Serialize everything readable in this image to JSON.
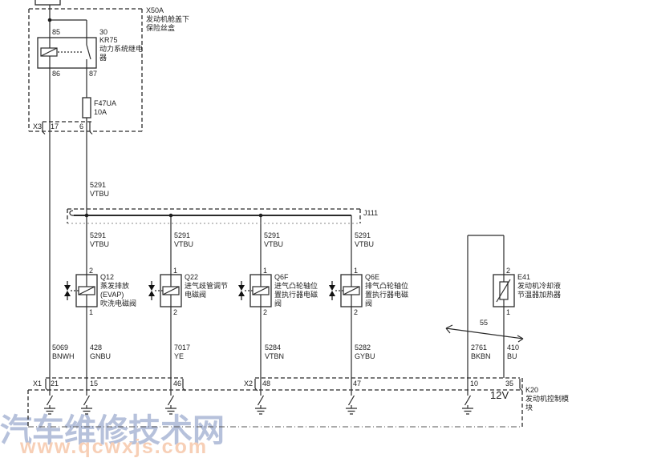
{
  "watermark": {
    "site_name": "汽车维修技术网",
    "site_url": "www.qcwxjs.com",
    "name_color": "#b6c1db",
    "url_color": "#f7cfb6"
  },
  "fuse_box": {
    "id": "X50A",
    "label_line1": "发动机舱盖下",
    "label_line2": "保险丝盒",
    "relay": {
      "id": "KR75",
      "label_line1": "动力系统继电",
      "label_line2": "器",
      "pin_coil_top": "85",
      "pin_switch_top": "30",
      "pin_coil_bottom": "86",
      "pin_switch_bottom": "87"
    },
    "fuse": {
      "id": "F47UA",
      "rating": "10A"
    },
    "connector": {
      "id": "X3",
      "pin_a": "17",
      "pin_b": "6"
    }
  },
  "feed_wire": {
    "circuit": "5291",
    "color_code": "VTBU"
  },
  "splice_pack": {
    "id": "J111",
    "branches": [
      {
        "circuit": "5291",
        "color_code": "VTBU"
      },
      {
        "circuit": "5291",
        "color_code": "VTBU"
      },
      {
        "circuit": "5291",
        "color_code": "VTBU"
      },
      {
        "circuit": "5291",
        "color_code": "VTBU"
      }
    ]
  },
  "components": [
    {
      "id": "Q12",
      "label_lines": [
        "蒸发排放",
        "(EVAP)",
        "吹洗电磁阀"
      ],
      "pin_top": "2",
      "pin_bottom": "1"
    },
    {
      "id": "Q22",
      "label_lines": [
        "进气歧管调节",
        "电磁阀"
      ],
      "pin_top": "1",
      "pin_bottom": "2"
    },
    {
      "id": "Q6F",
      "label_lines": [
        "进气凸轮轴位",
        "置执行器电磁",
        "阀"
      ],
      "pin_top": "1",
      "pin_bottom": "2"
    },
    {
      "id": "Q6E",
      "label_lines": [
        "排气凸轮轴位",
        "置执行器电磁",
        "阀"
      ],
      "pin_top": "1",
      "pin_bottom": "2"
    },
    {
      "id": "E41",
      "label_lines": [
        "发动机冷却液",
        "节温器加热器"
      ],
      "pin_top": "2",
      "pin_bottom": "1"
    }
  ],
  "harness_marker": "55",
  "output_wires": [
    {
      "circuit": "5069",
      "color_code": "BNWH",
      "pin": "21"
    },
    {
      "circuit": "428",
      "color_code": "GNBU",
      "pin": "15"
    },
    {
      "circuit": "7017",
      "color_code": "YE",
      "pin": "46"
    },
    {
      "circuit": "5284",
      "color_code": "VTBN",
      "pin": "48"
    },
    {
      "circuit": "5282",
      "color_code": "GYBU",
      "pin": "47"
    },
    {
      "circuit": "2761",
      "color_code": "BKBN",
      "pin": "10"
    },
    {
      "circuit": "410",
      "color_code": "BU",
      "pin": "35"
    }
  ],
  "ecm": {
    "id": "K20",
    "label_line1": "发动机控制模",
    "label_line2": "块",
    "connector_x1": "X1",
    "connector_x2": "X2",
    "supply": "12V"
  }
}
